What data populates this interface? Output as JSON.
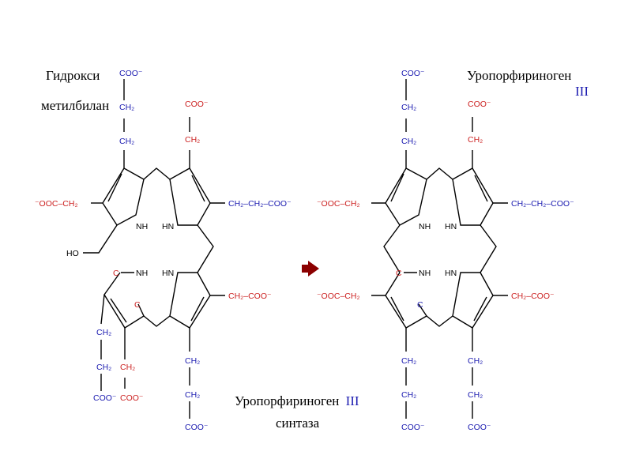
{
  "captions": {
    "left_title_line1": "Гидрокси",
    "left_title_line2": "метилбилан",
    "right_title_line1": "Уропорфириноген",
    "right_title_line2": "III",
    "enzyme_name": "Уропорфириноген",
    "enzyme_numeral": "III",
    "enzyme_line2": "синтаза"
  },
  "arrow": {
    "icon": "right-arrow-icon",
    "color": "#8b0000"
  },
  "colors": {
    "acetate": "#cc2222",
    "propionate": "#1b1bb0",
    "bond": "#000000",
    "text": "#000000"
  },
  "labels": {
    "coo": "COO⁻",
    "ooc": "⁻OOC",
    "ch2": "CH₂",
    "nh": "NH",
    "hn": "HN",
    "c": "C",
    "ho": "HO",
    "ch2_ch2_coo": "CH₂–CH₂–COO⁻",
    "ch2_coo": "CH₂–COO⁻",
    "ooc_ch2": "⁻OOC–CH₂"
  }
}
